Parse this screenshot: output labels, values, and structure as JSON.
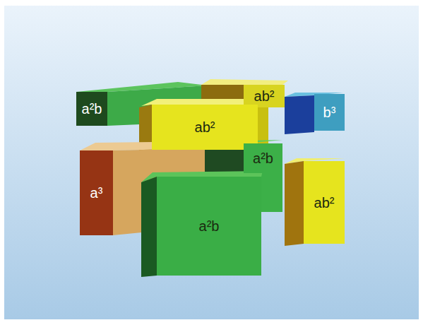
{
  "diagram": {
    "nodes": [
      {
        "text": [
          "a²b"
        ]
      },
      {
        "text": [
          "ab²"
        ]
      },
      {
        "text": [
          "b³"
        ]
      },
      {
        "text": [
          "ab²"
        ]
      },
      {
        "text": [
          "a³"
        ]
      },
      {
        "text": [
          "a²b"
        ]
      },
      {
        "text": [
          "a²b"
        ]
      },
      {
        "text": [
          "ab²"
        ]
      }
    ]
  }
}
